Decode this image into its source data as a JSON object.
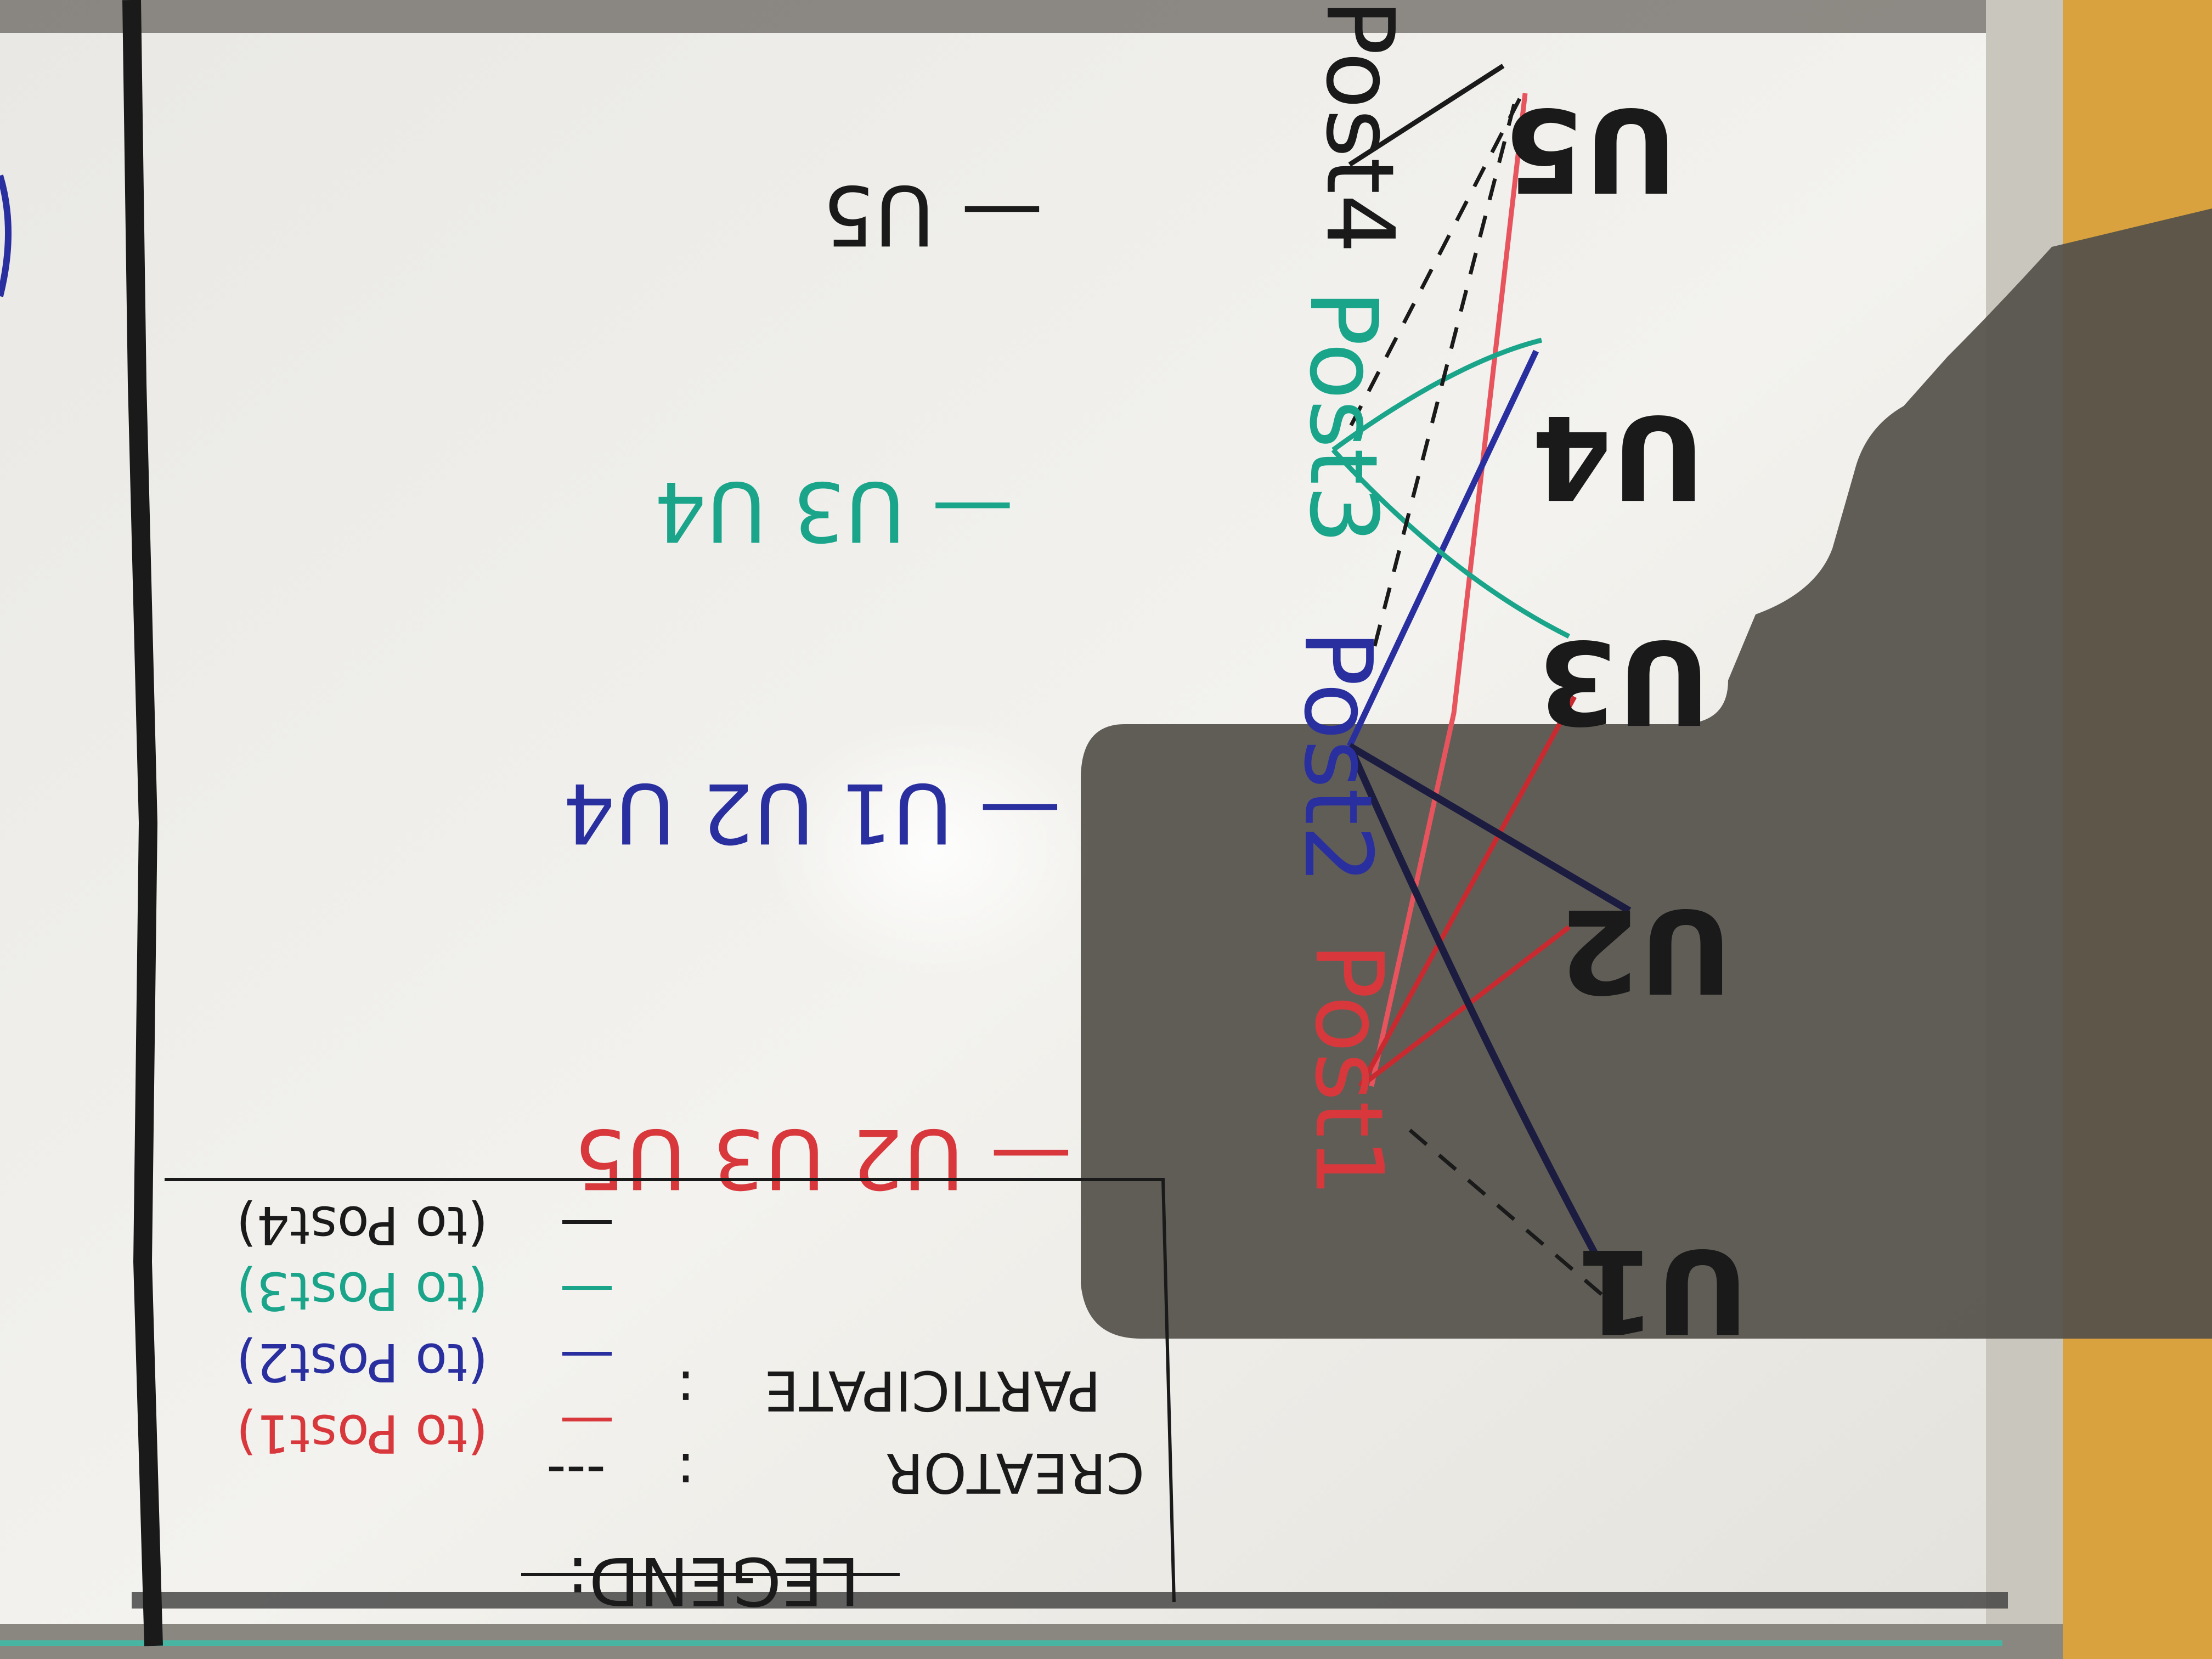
{
  "whiteboard": {
    "users": [
      {
        "id": "u1",
        "label": "U1"
      },
      {
        "id": "u2",
        "label": "U2"
      },
      {
        "id": "u3",
        "label": "U3"
      },
      {
        "id": "u4",
        "label": "U4"
      },
      {
        "id": "u5",
        "label": "U5"
      }
    ],
    "posts": [
      {
        "id": "post1",
        "label": "Post1",
        "members": "— U2 U3 U5",
        "color": "#d8383c"
      },
      {
        "id": "post2",
        "label": "Post2",
        "members": "— U1 U2 U4",
        "color": "#2a2fa0"
      },
      {
        "id": "post3",
        "label": "Post3",
        "members": "— U3 U4",
        "color": "#1aa58b"
      },
      {
        "id": "post4",
        "label": "Post4",
        "members": "— U5",
        "color": "#222222"
      }
    ],
    "legend": {
      "title": "LEGEND:",
      "creator": {
        "label": "CREATOR",
        "sep": ":",
        "mark": "---"
      },
      "participate": {
        "label": "PARTICIPATE",
        "sep": ":"
      },
      "entries": [
        {
          "mark": "—",
          "text": "(to Post1)",
          "color": "#d8383c"
        },
        {
          "mark": "—",
          "text": "(to Post2)",
          "color": "#2a2fa0"
        },
        {
          "mark": "—",
          "text": "(to Post3)",
          "color": "#1aa58b"
        },
        {
          "mark": "—",
          "text": "(to Post4)",
          "color": "#222222"
        }
      ]
    },
    "colors": {
      "board": "#f1f0ec",
      "frame": "#c9c6bd",
      "wall": "#d9a23e",
      "shadow": "#54504a",
      "ink_black": "#1a1a1a"
    }
  }
}
